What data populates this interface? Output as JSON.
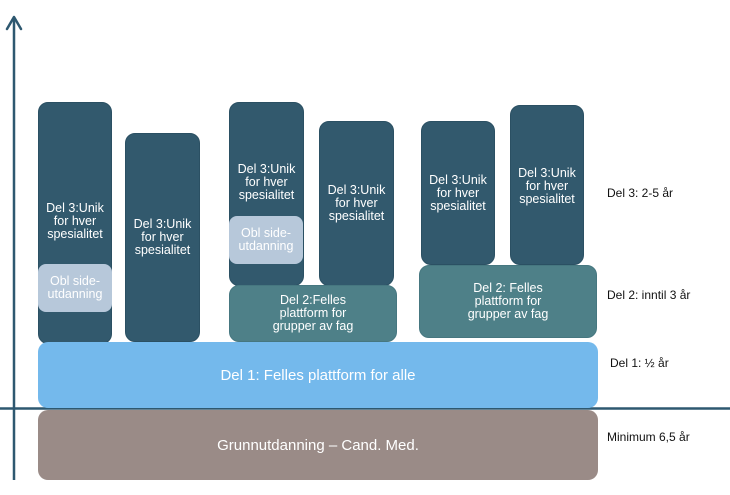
{
  "colors": {
    "axis": "#2e5870",
    "del3": "#32596d",
    "del2": "#4e8088",
    "obl": "#b7c8da",
    "del1": "#74b9ec",
    "grunn": "#9a8b87"
  },
  "columns": [
    {
      "del3_boxes": [
        {
          "text": "Del 3:Unik\nfor hver\nspesialitet",
          "obl": "Obl side-\nutdanning"
        },
        {
          "text": "Del 3:Unik\nfor hver\nspesialitet"
        }
      ]
    },
    {
      "del3_boxes": [
        {
          "text": "Del 3:Unik\nfor hver\nspesialitet",
          "obl": "Obl side-\nutdanning"
        },
        {
          "text": "Del 3:Unik\nfor hver\nspesialitet"
        }
      ],
      "del2": "Del 2:Felles\nplattform for\ngrupper av fag"
    },
    {
      "del3_boxes": [
        {
          "text": "Del 3:Unik\nfor hver\nspesialitet"
        },
        {
          "text": "Del 3:Unik\nfor hver\nspesialitet"
        }
      ],
      "del2": "Del 2:  Felles\nplattform for\ngrupper av fag"
    }
  ],
  "del1": "Del 1: Felles plattform  for alle",
  "grunn": "Grunnutdanning – Cand. Med.",
  "side_labels": {
    "del3": "Del 3: 2-5 år",
    "del2": "Del 2: inntil 3 år",
    "del1": "Del 1: ½ år",
    "grunn": "Minimum 6,5 år"
  }
}
